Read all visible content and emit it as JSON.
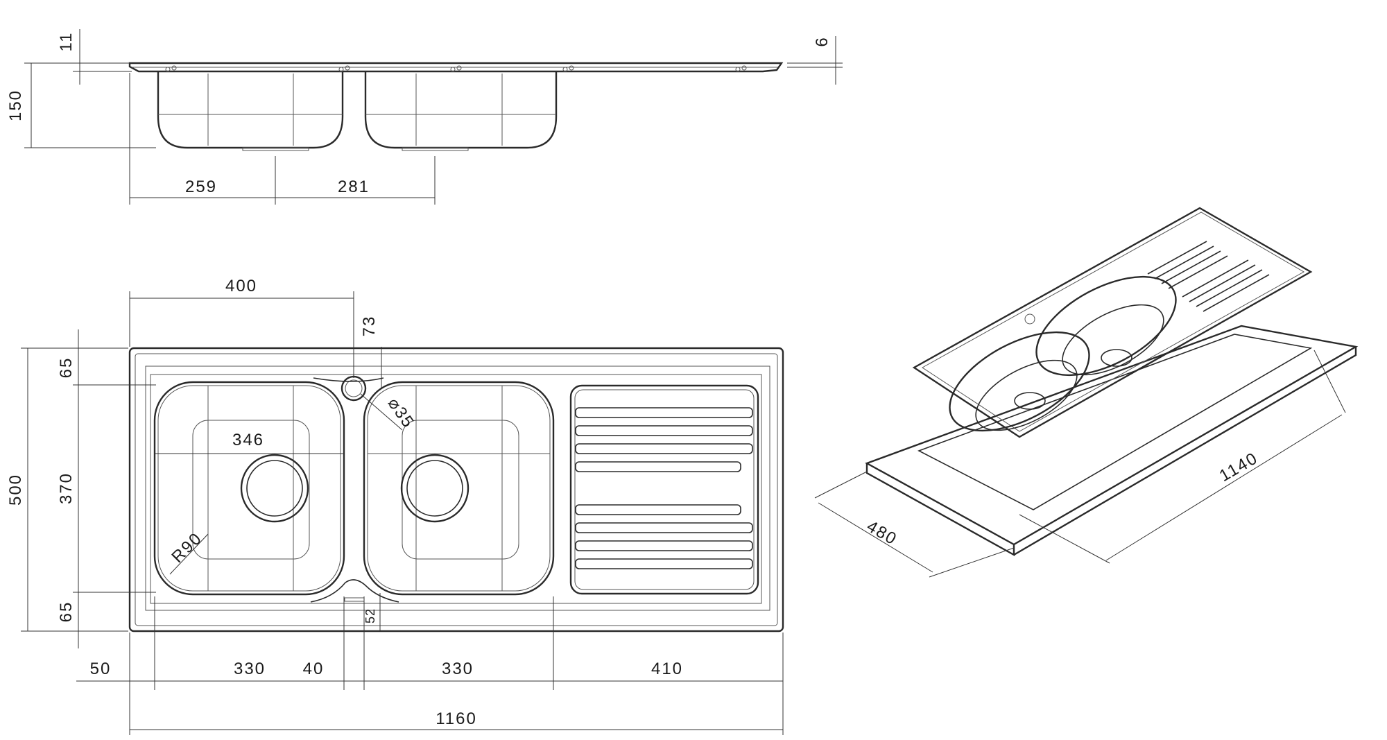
{
  "section_view": {
    "dims": {
      "flange_thickness": "11",
      "rim_thickness": "6",
      "depth": "150",
      "offset_left": "259",
      "offset_right": "281"
    }
  },
  "plan_view": {
    "dims": {
      "tap_hole_x": "400",
      "tap_hole_y": "73",
      "tap_hole_dia": "⌀35",
      "bowl_inner": "346",
      "corner_radius": "R90",
      "depth_total": "500",
      "top_margin": "65",
      "bowl_length": "370",
      "bottom_margin": "65",
      "overflow": "52",
      "left_margin": "50",
      "bowl1_width": "330",
      "bowl_gap": "40",
      "bowl2_width": "330",
      "drainer_width": "410",
      "overall_width": "1160"
    }
  },
  "iso_view": {
    "dims": {
      "cutout_depth": "480",
      "cutout_width": "1140"
    }
  }
}
